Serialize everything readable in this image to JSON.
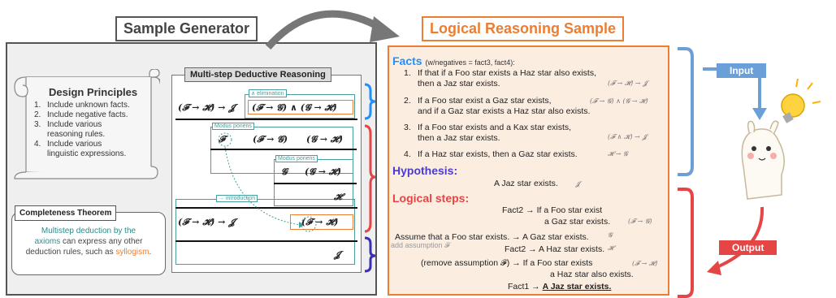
{
  "sample_generator": {
    "title": "Sample Generator",
    "design_principles": {
      "title": "Design Principles",
      "items": [
        {
          "num": "1.",
          "text": "Include unknown facts."
        },
        {
          "num": "2.",
          "text": "Include negative facts."
        },
        {
          "num": "3.",
          "text": "Include various"
        },
        {
          "num": "",
          "text": "reasoning rules."
        },
        {
          "num": "4.",
          "text": "Include various"
        },
        {
          "num": "",
          "text": "linguistic expressions."
        }
      ]
    },
    "completeness": {
      "title": "Completeness Theorem",
      "line1": "Multistep deduction by the",
      "line2_teal": "axioms",
      "line2_rest": " can express any other",
      "line3_start": "deduction rules, such as ",
      "line3_orange": "syllogism",
      "line3_end": "."
    },
    "deduction": {
      "title": "Multi-step Deductive Reasoning",
      "labels": {
        "and_elim": "∧ elimination",
        "mp1": "Modus ponens",
        "mp2": "Modus ponens",
        "intro": "→ introduction"
      },
      "formulas": {
        "f1": "(𝓕 → 𝓗) → 𝓙",
        "f2": "(𝓕 → 𝓖) ∧ (𝓖 → 𝓗)",
        "f3": "𝓕",
        "f4": "(𝓕 → 𝓖)",
        "f5": "(𝓖 → 𝓗)",
        "f6": "𝓖",
        "f7": "(𝓖 → 𝓗)",
        "f8": "𝓗",
        "f9": "(𝓕 → 𝓗) → 𝓙",
        "f10": "(𝓕 → 𝓗)",
        "f11": "𝓙"
      }
    }
  },
  "sample": {
    "title": "Logical Reasoning Sample",
    "facts_title": "Facts",
    "facts_note": "(w/negatives = fact3, fact4):",
    "facts": [
      {
        "num": "1.",
        "l1": "If that if a Foo star exists a Haz star also exists,",
        "l2": "then a Jaz star exists.",
        "sym": "(𝓕 → 𝓗) → 𝓙"
      },
      {
        "num": "2.",
        "l1": "If a Foo star exist a Gaz star exists,",
        "l2": "and if a Gaz star exists a Haz star also exists.",
        "sym": "(𝓕 → 𝓖) ∧ (𝓖 → 𝓗)"
      },
      {
        "num": "3.",
        "l1": "If a Foo star exists and a Kax star exists,",
        "l2": "then a Jaz star exists.",
        "sym": "(𝓕 ∧ 𝓚) → 𝓙"
      },
      {
        "num": "4.",
        "l1": "If a Haz star exists, then a Gaz star exists.",
        "l2": "",
        "sym": "𝓗 → 𝓖"
      }
    ],
    "hypothesis_title": "Hypothesis:",
    "hypothesis": "A Jaz star exists.",
    "hypothesis_sym": "𝓙",
    "steps_title": "Logical steps:",
    "steps": {
      "s1a": "Fact2 → If a Foo star exist",
      "s1b": "a Gaz star exists.",
      "s1sym": "(𝓕 → 𝓖)",
      "s2": "Assume that a Foo star exists. → A Gaz star exists.",
      "s2sym": "𝓖",
      "s2side": "add assumption 𝓕",
      "s3": "Fact2 → A Haz star exists.",
      "s3sym": "𝓗",
      "s4a": "(remove assumption 𝓕) → If a Foo star exists",
      "s4b": "a Haz star also exists.",
      "s4sym": "(𝓕 → 𝓗)",
      "s5a": "Fact1 → ",
      "s5b": "A Jaz star exists."
    }
  },
  "side": {
    "input": "Input",
    "output": "Output"
  },
  "colors": {
    "orange": "#ed7d31",
    "teal": "#4a9d9d",
    "blue": "#4a90d9",
    "red": "#e64545",
    "purple": "#4a3cc9",
    "input_blue": "#6a9fd8",
    "output_red": "#e64545"
  }
}
